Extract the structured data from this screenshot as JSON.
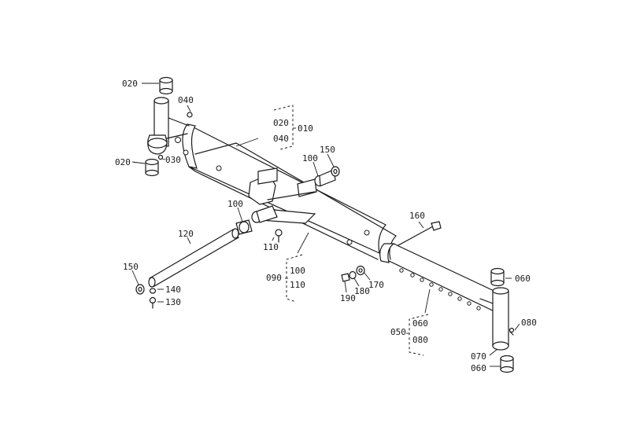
{
  "labels": {
    "l020a": "020",
    "l040a": "040",
    "l020b": "020",
    "l030": "030",
    "l020c": "020",
    "l040b": "040",
    "l010": "010",
    "l150a": "150",
    "l100a": "100",
    "l100b": "100",
    "l110a": "110",
    "l120": "120",
    "l160": "160",
    "l150b": "150",
    "l140": "140",
    "l130": "130",
    "l100c": "100",
    "l090": "090",
    "l110b": "110",
    "l190": "190",
    "l180": "180",
    "l170": "170",
    "l060a": "060",
    "l060b": "060",
    "l050": "050",
    "l080a": "080",
    "l080b": "080",
    "l070": "070",
    "l060c": "060"
  }
}
